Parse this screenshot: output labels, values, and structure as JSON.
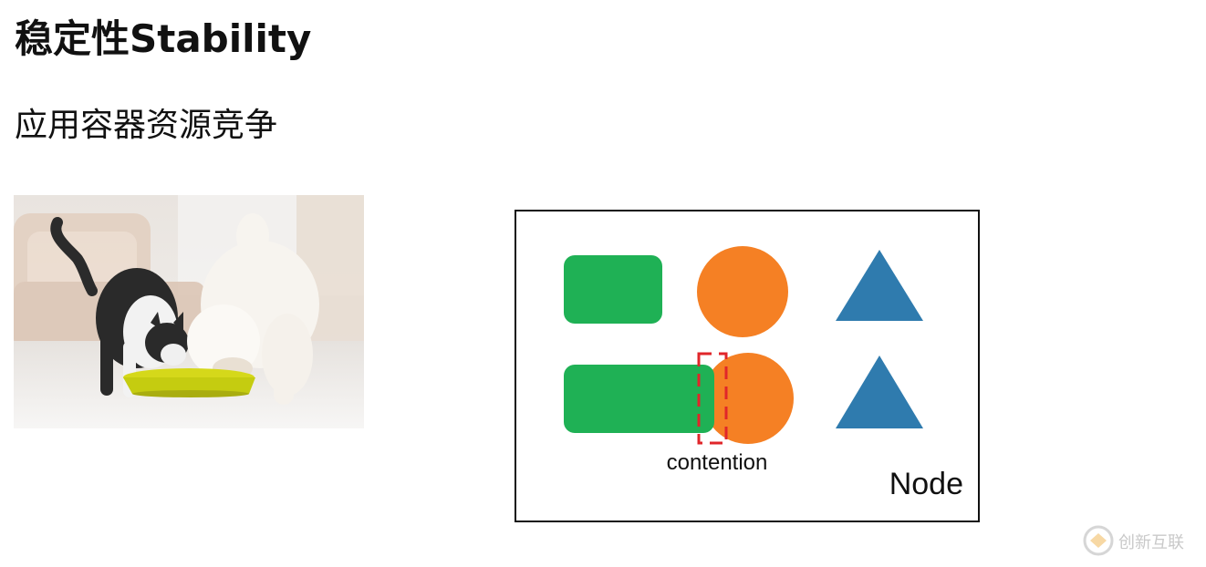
{
  "slide": {
    "title": "稳定性Stability",
    "subtitle": "应用容器资源竞争"
  },
  "photo": {
    "description_icon": "cat-and-dog-eating-from-bowl-photo"
  },
  "diagram": {
    "contention_label": "contention",
    "node_label": "Node",
    "colors": {
      "green": "#1fb155",
      "orange": "#f58024",
      "blue": "#2f7bae",
      "dashed": "#e0262a"
    }
  },
  "watermark": {
    "text": "创新互联"
  }
}
